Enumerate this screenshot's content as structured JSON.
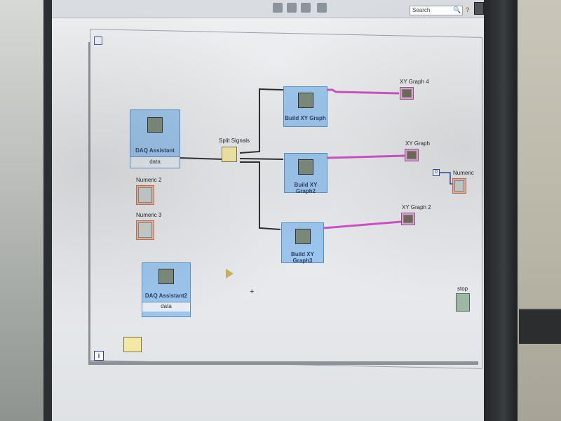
{
  "toolbar": {
    "search_placeholder": "Search",
    "help_glyph": "?",
    "search_glyph": "🔍"
  },
  "loop": {
    "iteration_label": "i"
  },
  "nodes": {
    "daq1": {
      "title": "DAQ Assistant",
      "port": "data"
    },
    "daq2": {
      "title": "DAQ Assistant2",
      "port": "data"
    },
    "xy1": {
      "title": "Build XY Graph"
    },
    "xy2": {
      "title": "Build XY Graph2"
    },
    "xy3": {
      "title": "Build XY Graph3"
    },
    "split": {
      "label": "Split Signals"
    }
  },
  "terminals": {
    "numeric2": "Numeric 2",
    "numeric3": "Numeric 3",
    "numeric": "Numeric",
    "xygraph4": "XY Graph 4",
    "xygraph": "XY Graph",
    "xygraph2": "XY Graph 2",
    "stop": "stop"
  },
  "constants": {
    "numeric_const": "0"
  },
  "colors": {
    "wire_dynamic": "#2a2a2a",
    "wire_xy": "#d24fc8",
    "node_fill": "#9cc6ee"
  }
}
